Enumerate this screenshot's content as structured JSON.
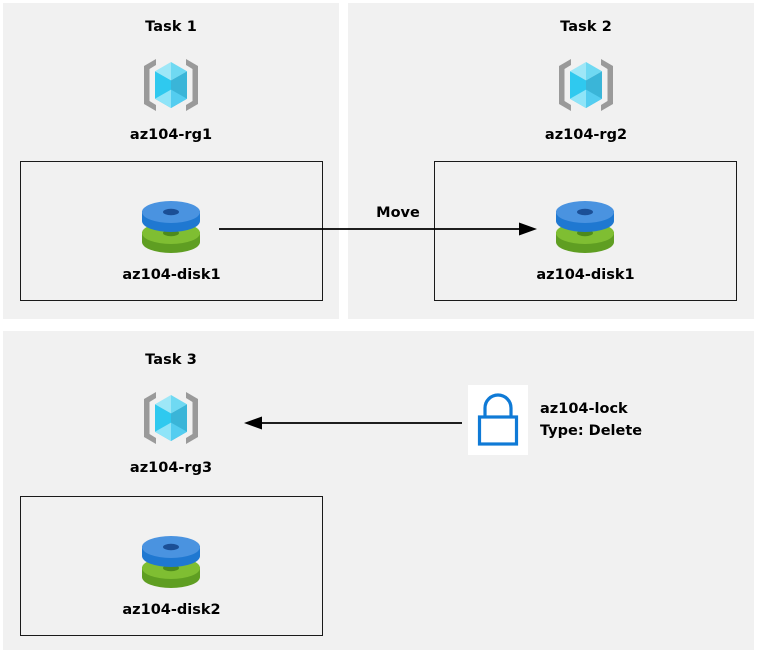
{
  "diagram": {
    "title_prefix": "Task",
    "background_color": "#ffffff",
    "panel_color": "#f1f1f1",
    "box_border_color": "#1a1a1a",
    "arrow_color": "#000000"
  },
  "tasks": [
    {
      "title": "Task 1",
      "resource_group": "az104-rg1",
      "resource_group_icon": "resource-group-cube-icon",
      "resource": "az104-disk1",
      "resource_icon": "managed-disk-icon"
    },
    {
      "title": "Task 2",
      "resource_group": "az104-rg2",
      "resource_group_icon": "resource-group-cube-icon",
      "resource": "az104-disk1",
      "resource_icon": "managed-disk-icon"
    },
    {
      "title": "Task 3",
      "resource_group": "az104-rg3",
      "resource_group_icon": "resource-group-cube-icon",
      "resource": "az104-disk2",
      "resource_icon": "managed-disk-icon"
    }
  ],
  "connectors": {
    "move": {
      "label": "Move",
      "direction": "right",
      "from": "az104-rg1",
      "to": "az104-rg2"
    },
    "lock_applied": {
      "label": "",
      "direction": "left",
      "from": "az104-lock",
      "to": "az104-rg3"
    }
  },
  "lock": {
    "icon": "padlock-icon",
    "name": "az104-lock",
    "type_line": "Type: Delete",
    "color": "#0f7ad6"
  },
  "colors": {
    "cube_top_left": "#9ee7f7",
    "cube_top_right": "#6fd9f2",
    "cube_left": "#2fc9ef",
    "cube_right": "#3ab5d8",
    "cube_bottom_left": "#8fe4f8",
    "cube_bottom_right": "#54cdf0",
    "bracket": "#9a9a9a",
    "disk_blue_top": "#4a93e0",
    "disk_blue_side": "#1f78d1",
    "disk_blue_hole": "#1b4f96",
    "disk_green_top": "#7fbe32",
    "disk_green_side": "#5f9e22",
    "disk_green_hole": "#4d8a1c"
  }
}
